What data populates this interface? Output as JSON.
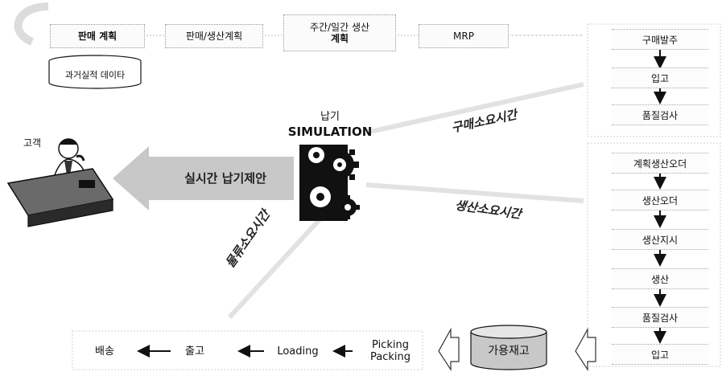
{
  "top_flow": {
    "sales_plan": "판매 계획",
    "sales_production_plan": "판매/생산계획",
    "weekly_daily_plan_line1": "주간/일간 생산",
    "weekly_daily_plan_line2": "계획",
    "mrp": "MRP"
  },
  "historical_data": "과거실적 데이타",
  "center": {
    "title_line1": "납기",
    "title_line2": "SIMULATION"
  },
  "customer_label": "고객",
  "realtime_proposal": "실시간 납기제안",
  "durations": {
    "purchase": "구매소요시간",
    "production": "생산소요시간",
    "logistics": "물류소요시간"
  },
  "purchase_steps": [
    "구매발주",
    "입고",
    "품질검사"
  ],
  "production_steps": [
    "계획생산오더",
    "생산오더",
    "생산지시",
    "생산",
    "품질검사",
    "입고"
  ],
  "bottom_flow": {
    "shipping": "배송",
    "outbound": "출고",
    "loading": "Loading",
    "picking_line1": "Picking",
    "picking_line2": "Packing",
    "inventory": "가용재고"
  },
  "colors": {
    "arrow_gray": "#c8c8c8",
    "dark": "#111111"
  },
  "icons": [
    "gears-icon",
    "customer-phone-icon",
    "database-icon"
  ]
}
